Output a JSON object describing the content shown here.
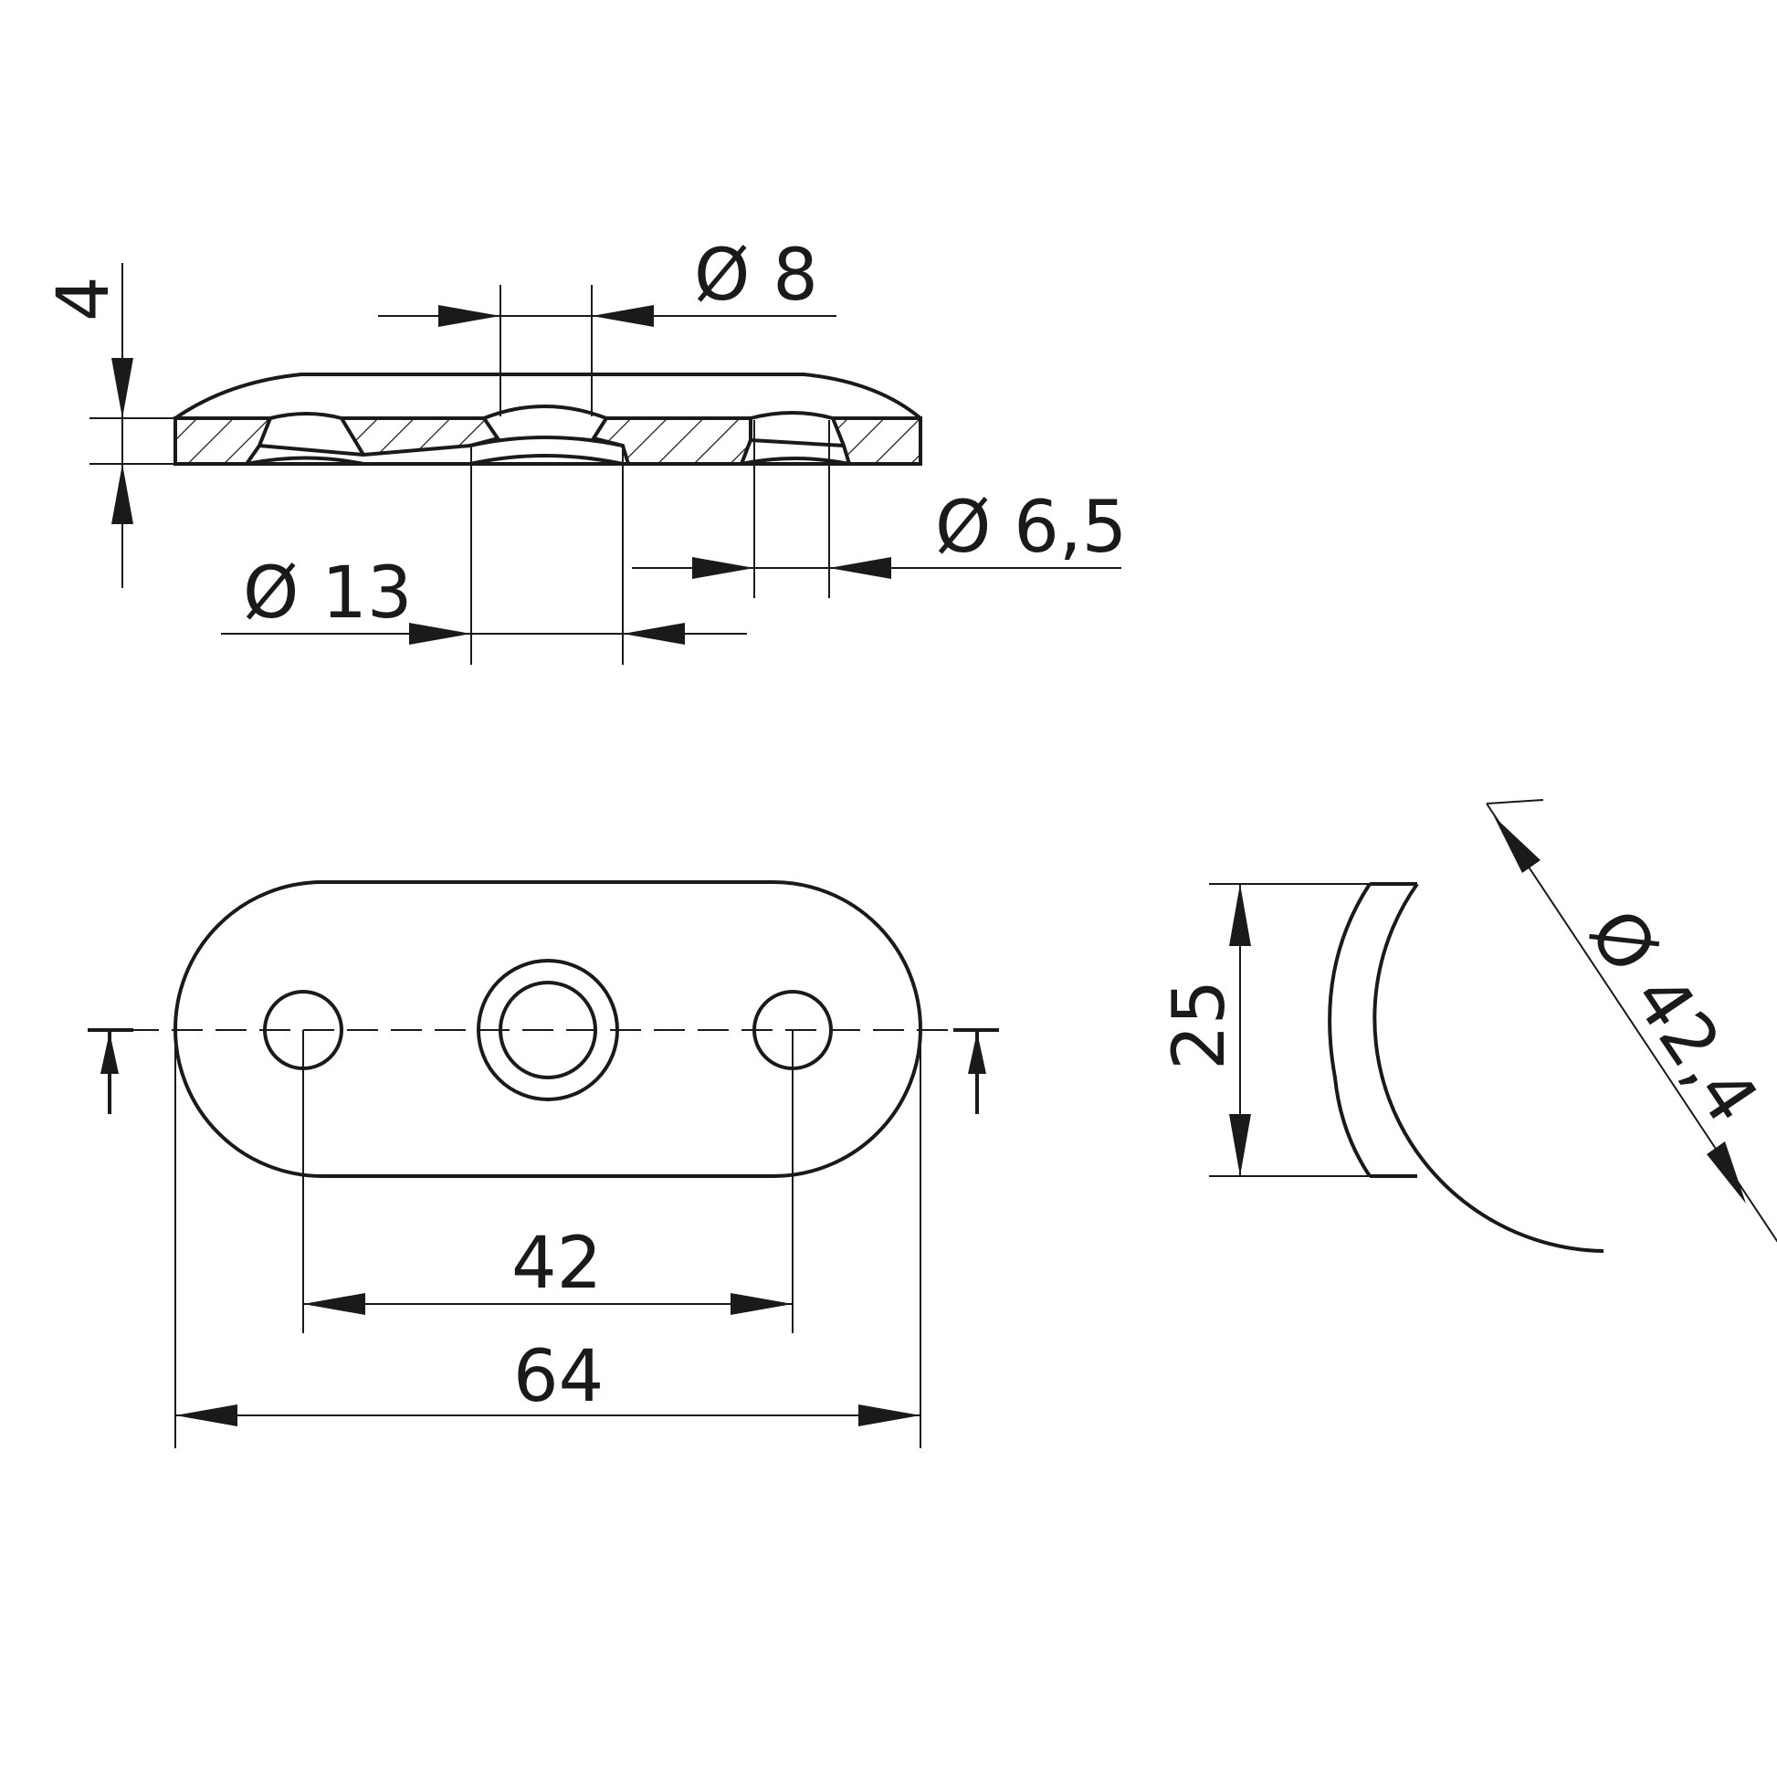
{
  "dimensions": {
    "thickness": "4",
    "bore_diameter": "Ø 8",
    "mount_hole_diameter": "Ø 6,5",
    "boss_diameter": "Ø 13",
    "hole_spacing": "42",
    "overall_length": "64",
    "width": "25",
    "rail_diameter": "Ø 42,4"
  },
  "colors": {
    "line": "#1a1a1a",
    "background": "#ffffff"
  }
}
